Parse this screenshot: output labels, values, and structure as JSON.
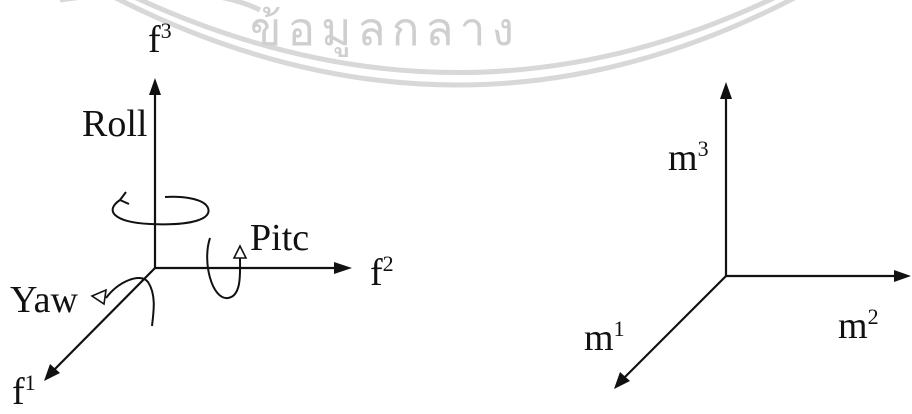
{
  "watermark": {
    "text": "ข้อมูลกลาง"
  },
  "frame_f": {
    "axis3": {
      "base": "f",
      "sup": "3"
    },
    "axis2": {
      "base": "f",
      "sup": "2"
    },
    "axis1": {
      "base": "f",
      "sup": "1"
    },
    "rotations": {
      "roll": "Roll",
      "pitch": "Pitc",
      "yaw": "Yaw"
    }
  },
  "frame_m": {
    "axis3": {
      "base": "m",
      "sup": "3"
    },
    "axis2": {
      "base": "m",
      "sup": "2"
    },
    "axis1": {
      "base": "m",
      "sup": "1"
    }
  }
}
